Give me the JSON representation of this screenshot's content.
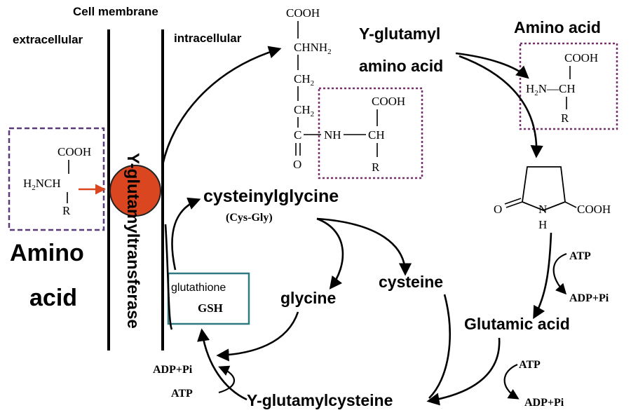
{
  "membrane": {
    "title": "Cell membrane",
    "extracellular": "extracellular",
    "intracellular": "intracellular"
  },
  "enzyme": {
    "label": "Y-glutamyltransferase",
    "color": "#d9461f"
  },
  "amino_acid_left": {
    "big_label_1": "Amino",
    "big_label_2": "acid",
    "cooh": "COOH",
    "h2n": "H",
    "h2n_sub": "2",
    "nch": "NCH",
    "r": "R",
    "box_color": "#5b3a7a"
  },
  "amino_acid_right": {
    "title": "Amino acid",
    "cooh": "COOH",
    "h2n": "H",
    "h2n_sub": "2",
    "nch": "N—CH",
    "r": "R",
    "box_color": "#7a2f6e"
  },
  "gamma_glutamyl_aa": {
    "title_1": "Y-glutamyl",
    "title_2": "amino acid",
    "cooh_top": "COOH",
    "chnh": "CHNH",
    "chnh_sub": "2",
    "ch2_a": "CH",
    "ch2_a_sub": "2",
    "ch2_b": "CH",
    "ch2_b_sub": "2",
    "c": "C",
    "nh": "NH",
    "ch": "CH",
    "o": "O",
    "cooh_inner": "COOH",
    "r": "R"
  },
  "pyroglutamate": {
    "o": "O",
    "n": "N",
    "h": "H",
    "cooh": "COOH"
  },
  "nodes": {
    "cysteinylglycine": "cysteinylglycine",
    "cys_gly": "(Cys-Gly)",
    "glycine": "glycine",
    "cysteine": "cysteine",
    "glutamic_acid": "Glutamic acid",
    "gamma_glutamylcysteine": "Y-glutamylcysteine",
    "glutathione": "glutathione",
    "gsh": "GSH",
    "gsh_box_color": "#2e7a80"
  },
  "cofactors": {
    "atp_1": "ATP",
    "adp_1": "ADP+Pi",
    "atp_2": "ATP",
    "adp_2": "ADP+Pi",
    "atp_3": "ATP",
    "adp_3": "ADP+Pi"
  }
}
